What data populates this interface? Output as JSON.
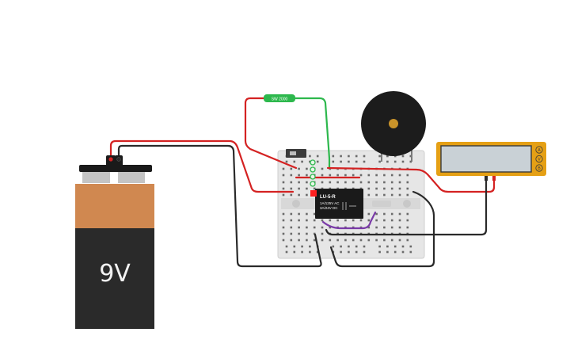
{
  "battery": {
    "label": "9V",
    "top_color": "#d08850",
    "body_color": "#2a2a2a",
    "terminal_color": "#1a1a1a"
  },
  "switch": {
    "label": "SW 2000",
    "color": "#2db84d"
  },
  "relay": {
    "model": "LU-5-R",
    "rating_line_1": "1A/125V AC",
    "rating_line_2": "3A/24V DC",
    "color": "#1a1a1a"
  },
  "multimeter": {
    "body_color": "#e5a015",
    "screen_color": "#c9d1d6",
    "port_labels": [
      "A",
      "V",
      "B"
    ]
  },
  "buzzer": {
    "body_color": "#1c1c1c",
    "center_color": "#c9932a"
  },
  "breadboard": {
    "color": "#e4e4e4"
  },
  "wires": {
    "red": "#d42222",
    "black": "#2a2a2a",
    "green": "#2db84d",
    "purple": "#7a3aa8"
  },
  "icons": {
    "battery": "battery-9v-icon",
    "buzzer": "piezo-buzzer-icon",
    "multimeter": "multimeter-icon",
    "relay": "relay-icon",
    "switch": "slide-switch-icon"
  }
}
